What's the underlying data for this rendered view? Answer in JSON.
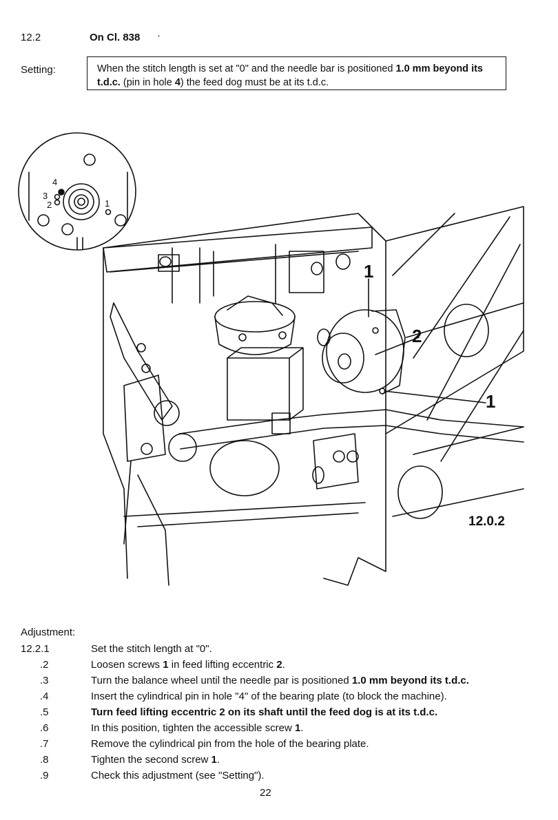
{
  "header": {
    "section_number": "12.2",
    "section_title": "On Cl. 838",
    "mark": "·"
  },
  "setting": {
    "label": "Setting:",
    "text_part1": "When the stitch length is set at \"0\" and the needle bar is positioned ",
    "text_bold1": "1.0 mm beyond its t.d.c.",
    "text_part2": " (pin in hole ",
    "text_bold2": "4",
    "text_part3": ") the feed dog must be at its t.d.c."
  },
  "figure": {
    "id": "12.0.2",
    "inset_labels": [
      "4",
      "3",
      "2",
      "1"
    ],
    "callouts": [
      "1",
      "2",
      "1"
    ]
  },
  "adjustment": {
    "label": "Adjustment:",
    "steps": [
      {
        "num": "12.2.1",
        "text": "Set the stitch length at \"0\"."
      },
      {
        "num": ".2",
        "text_a": "Loosen screws ",
        "bold_a": "1",
        "text_b": " in feed lifting eccentric ",
        "bold_b": "2",
        "text_c": "."
      },
      {
        "num": ".3",
        "text_a": "Turn the balance wheel until the needle par is positioned ",
        "bold_a": "1.0 mm beyond its t.d.c."
      },
      {
        "num": ".4",
        "text": "Insert the cylindrical pin in hole \"4\" of the bearing plate (to block the machine)."
      },
      {
        "num": ".5",
        "bold": "Turn feed lifting eccentric 2 on its shaft until the feed dog is at its t.d.c."
      },
      {
        "num": ".6",
        "text_a": "In this position, tighten the accessible screw ",
        "bold_a": "1",
        "text_b": "."
      },
      {
        "num": ".7",
        "text": "Remove the cylindrical pin from the hole of the bearing plate."
      },
      {
        "num": ".8",
        "text_a": "Tighten the second screw ",
        "bold_a": "1",
        "text_b": "."
      },
      {
        "num": ".9",
        "text": "Check this adjustment (see \"Setting\")."
      }
    ]
  },
  "page_number": "22"
}
